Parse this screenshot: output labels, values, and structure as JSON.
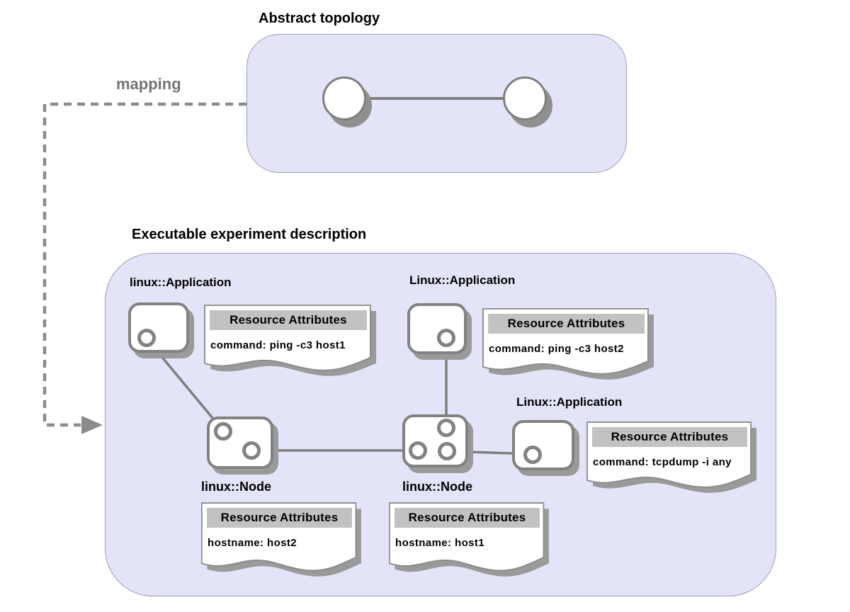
{
  "abstract_topology": {
    "title": "Abstract topology",
    "mapping_label": "mapping"
  },
  "experiment": {
    "title": "Executable experiment description",
    "applications": [
      {
        "label": "linux::Application",
        "attributes": {
          "title": "Resource Attributes",
          "body": "command: ping -c3 host1"
        }
      },
      {
        "label": "Linux::Application",
        "attributes": {
          "title": "Resource Attributes",
          "body": "command: ping -c3 host2"
        }
      },
      {
        "label": "Linux::Application",
        "attributes": {
          "title": "Resource Attributes",
          "body": "command: tcpdump -i any"
        }
      }
    ],
    "nodes": [
      {
        "label": "linux::Node",
        "attributes": {
          "title": "Resource Attributes",
          "body": "hostname: host2"
        }
      },
      {
        "label": "linux::Node",
        "attributes": {
          "title": "Resource Attributes",
          "body": "hostname: host1"
        }
      }
    ]
  },
  "colors": {
    "panel_fill": "#e4e4f9",
    "panel_border": "#9b9bb4",
    "shape_border": "#828282",
    "shadow_gray": "#9a9a9a",
    "header_bar_gray": "#c2c2c2",
    "connector_gray": "#7f7f7f",
    "mapping_text_gray": "#757575"
  }
}
